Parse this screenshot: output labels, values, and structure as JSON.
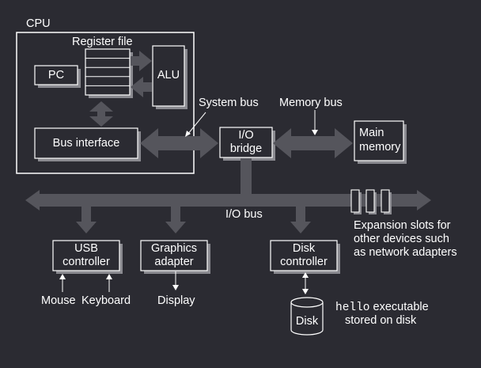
{
  "colors": {
    "background": "#2b2b32",
    "box_outline": "#ffffff",
    "box_shadow": "#8a8a90",
    "arrow_fill": "#55555c",
    "text": "#ffffff"
  },
  "cpu": {
    "title": "CPU",
    "register_file": "Register file",
    "pc": "PC",
    "alu": "ALU",
    "bus_interface": "Bus interface"
  },
  "buses": {
    "system_bus": "System bus",
    "memory_bus": "Memory bus",
    "io_bus": "I/O bus"
  },
  "io_bridge": [
    "I/O",
    "bridge"
  ],
  "main_memory": [
    "Main",
    "memory"
  ],
  "usb_controller": {
    "lines": [
      "USB",
      "controller"
    ],
    "mouse": "Mouse",
    "keyboard": "Keyboard"
  },
  "graphics_adapter": {
    "lines": [
      "Graphics",
      "adapter"
    ],
    "display": "Display"
  },
  "disk_controller": {
    "lines": [
      "Disk",
      "controller"
    ],
    "disk": "Disk",
    "file_code": "hello",
    "file_caption_1": " executable",
    "file_caption_2": "stored on disk"
  },
  "expansion_slots": [
    "Expansion slots for",
    "other devices such",
    "as network adapters"
  ]
}
